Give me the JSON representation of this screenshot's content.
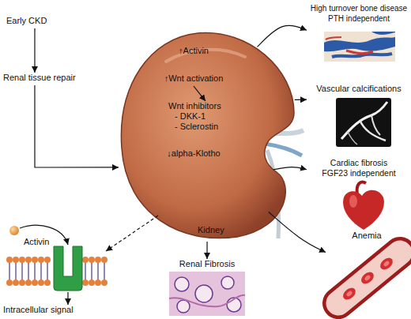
{
  "diagram": {
    "nodes": [
      {
        "text": [
          "Early CKD"
        ]
      },
      {
        "text": [
          "Renal tissue repair"
        ]
      },
      {
        "text": [
          "Kidney"
        ]
      },
      {
        "text": [
          "↑Activin"
        ],
        "in": 2
      },
      {
        "text": [
          "↑Wnt activation"
        ],
        "in": 2
      },
      {
        "text": [
          "Wnt inhibitors",
          "- DKK-1",
          "- Sclerostin"
        ],
        "in": 2
      },
      {
        "text": [
          "↓alpha-Klotho"
        ],
        "in": 2
      },
      {
        "text": [
          "High turnover bone disease",
          "PTH independent"
        ]
      },
      {
        "text": [
          "Vascular calcifications"
        ]
      },
      {
        "text": [
          "Cardiac fibrosis",
          "FGF23 independent"
        ]
      },
      {
        "text": [
          "Anemia"
        ]
      },
      {
        "text": [
          "Renal Fibrosis"
        ]
      },
      {
        "text": [
          "Activin",
          "Intracellular signal"
        ]
      }
    ],
    "edges": [
      {
        "from": 0,
        "to": 1,
        "arrow": "to"
      },
      {
        "from": 1,
        "to": 2,
        "arrow": "to"
      },
      {
        "from": 4,
        "to": 5,
        "arrow": "to"
      },
      {
        "from": 2,
        "to": 7,
        "arrow": "to"
      },
      {
        "from": 2,
        "to": 8,
        "arrow": "to"
      },
      {
        "from": 2,
        "to": 9,
        "arrow": "to"
      },
      {
        "from": 2,
        "to": 10,
        "arrow": "to"
      },
      {
        "from": 2,
        "to": 11,
        "arrow": "to"
      },
      {
        "from": 2,
        "to": 12,
        "arrow": "to"
      }
    ]
  }
}
